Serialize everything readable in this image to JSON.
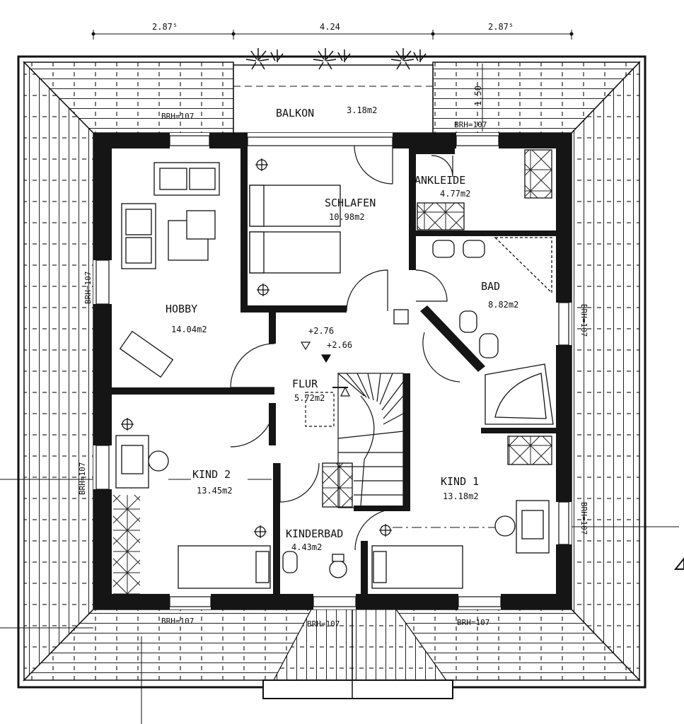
{
  "dimensions": {
    "left": "2.87⁵",
    "middle": "4.24",
    "right": "2.87⁵",
    "balcony_depth": "1.50"
  },
  "rooms": {
    "balkon": {
      "name": "BALKON",
      "area": "3.18m2"
    },
    "ankleide": {
      "name": "ANKLEIDE",
      "area": "4.77m2"
    },
    "schlafen": {
      "name": "SCHLAFEN",
      "area": "10.98m2"
    },
    "bad": {
      "name": "BAD",
      "area": "8.82m2"
    },
    "hobby": {
      "name": "HOBBY",
      "area": "14.04m2"
    },
    "flur": {
      "name": "FLUR",
      "area": "5.72m2"
    },
    "kind2": {
      "name": "KIND 2",
      "area": "13.45m2"
    },
    "kind1": {
      "name": "KIND 1",
      "area": "13.18m2"
    },
    "kinderbad": {
      "name": "KINDERBAD",
      "area": "4.43m2"
    }
  },
  "levels": {
    "upper": "+2.76",
    "lower": "+2.66"
  },
  "window_sill": "BRH=107"
}
